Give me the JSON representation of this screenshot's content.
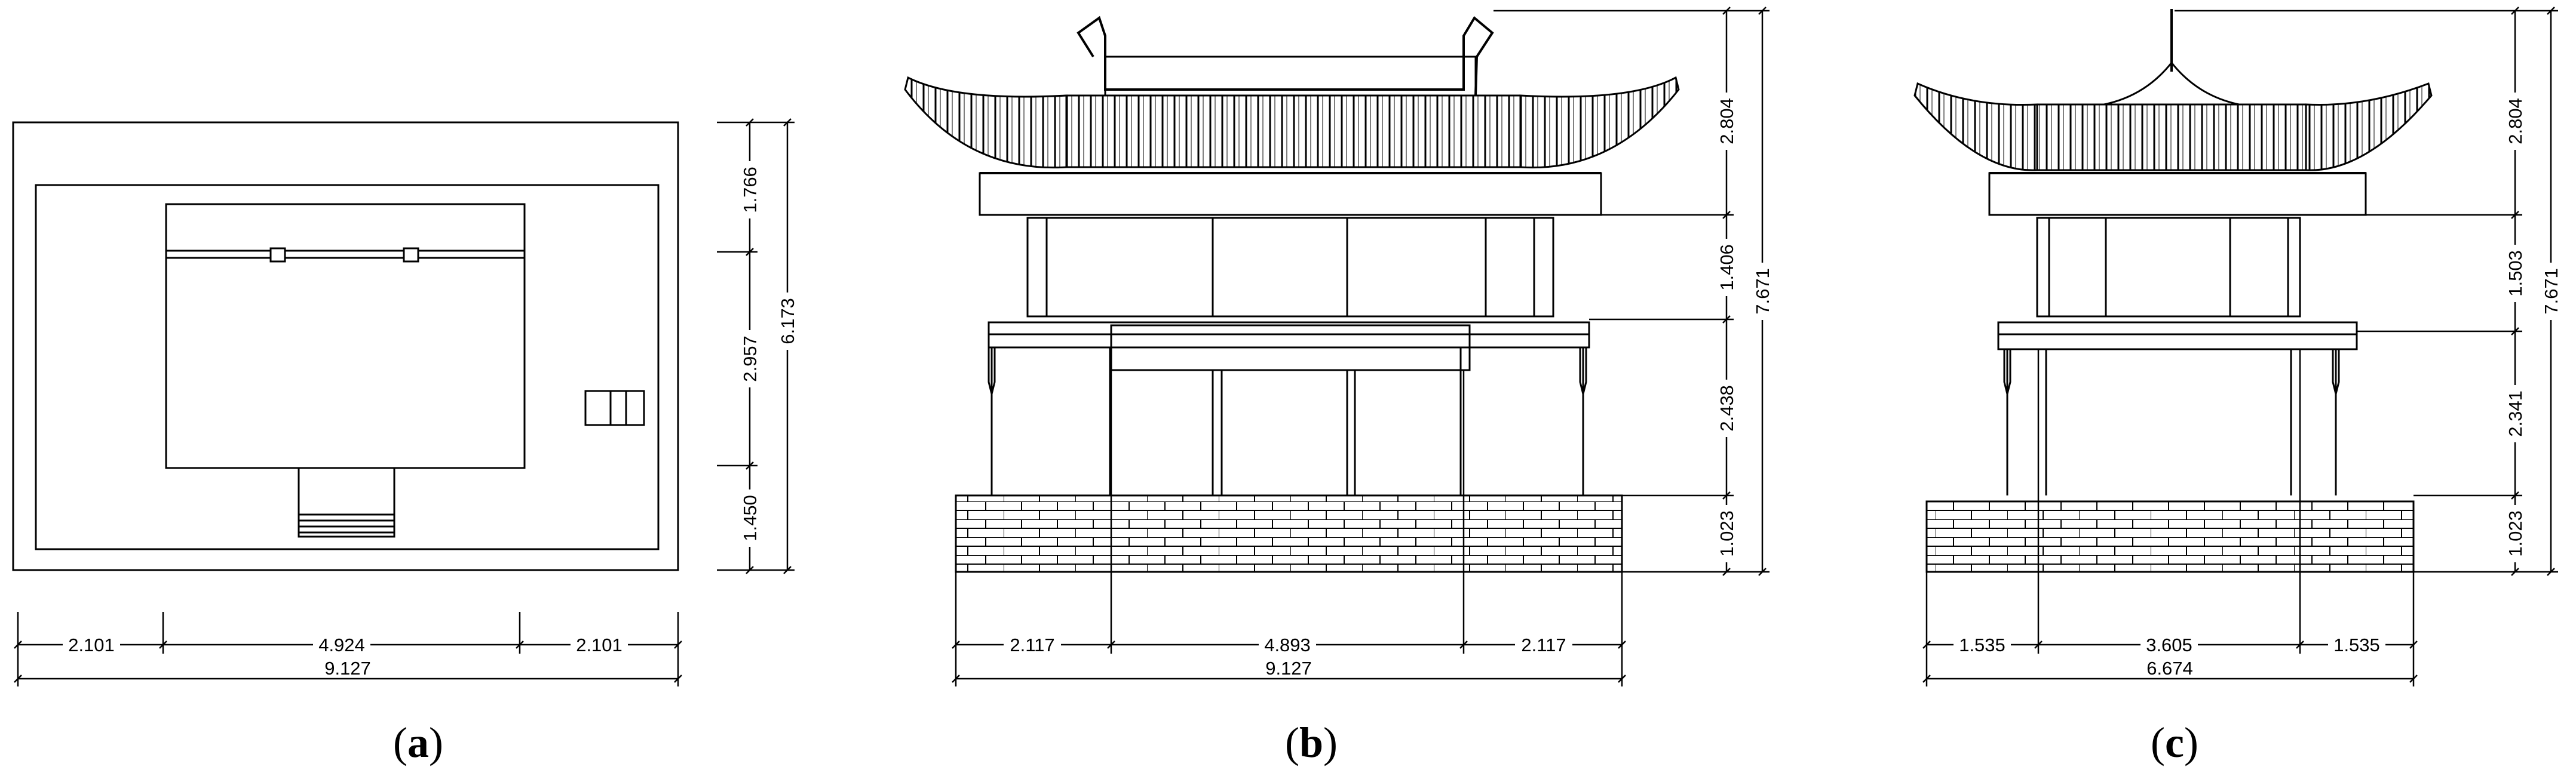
{
  "panels": [
    {
      "caption": {
        "open": "(",
        "letter": "a",
        "close": ")"
      },
      "dims_h": [
        "2.101",
        "4.924",
        "2.101"
      ],
      "dim_h_total": "9.127",
      "dims_v": [
        "1.766",
        "2.957",
        "1.450"
      ],
      "dim_v_total": "6.173"
    },
    {
      "caption": {
        "open": "(",
        "letter": "b",
        "close": ")"
      },
      "dims_h": [
        "2.117",
        "4.893",
        "2.117"
      ],
      "dim_h_total": "9.127",
      "dims_v": [
        "2.804",
        "1.406",
        "2.438",
        "1.023"
      ],
      "dim_v_total": "7.671"
    },
    {
      "caption": {
        "open": "(",
        "letter": "c",
        "close": ")"
      },
      "dims_h": [
        "1.535",
        "3.605",
        "1.535"
      ],
      "dim_h_total": "6.674",
      "dims_v": [
        "2.804",
        "1.503",
        "2.341",
        "1.023"
      ],
      "dim_v_total": "7.671"
    }
  ]
}
